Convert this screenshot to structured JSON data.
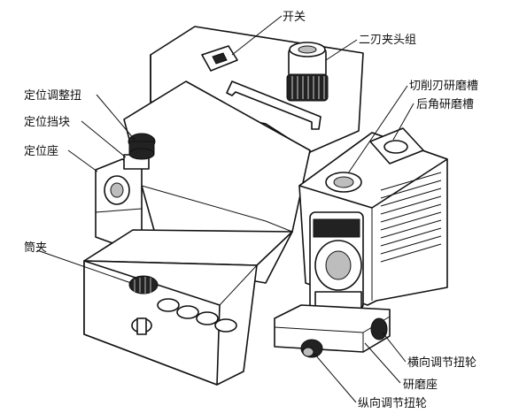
{
  "labels": {
    "switch": "开关",
    "collet_group": "二刃夹头组",
    "positioning_knob": "定位调整扭",
    "positioning_stop": "定位挡块",
    "positioning_seat": "定位座",
    "cutting_edge_slot": "切削刃研磨槽",
    "back_angle_slot": "后角研磨槽",
    "collet": "筒夹",
    "lateral_knob": "横向调节扭轮",
    "grinding_seat": "研磨座",
    "longitudinal_knob": "纵向调节扭轮"
  }
}
